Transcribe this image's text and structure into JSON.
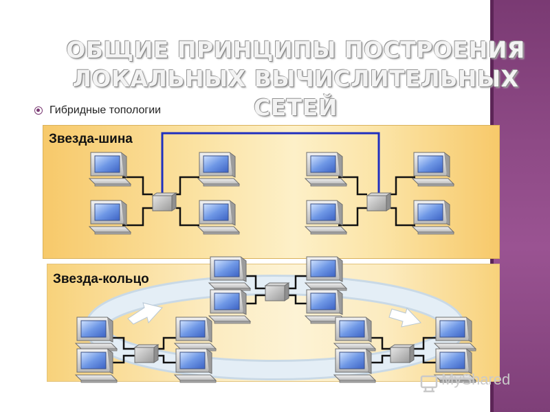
{
  "slide": {
    "title_line1": "ОБЩИЕ ПРИНЦИПЫ ПОСТРОЕНИЯ",
    "title_line2": "ЛОКАЛЬНЫХ ВЫЧИСЛИТЕЛЬНЫХ СЕТЕЙ",
    "bullet": "Гибридные топологии"
  },
  "diagrams": [
    {
      "label": "Звезда-шина",
      "bus_color": "#1f2fbf"
    },
    {
      "label": "Звезда-кольцо"
    }
  ],
  "watermark": {
    "text": "MyShared"
  },
  "colors": {
    "accent": "#7a3a73",
    "panel": "#f7c96a",
    "ring": "#dbe8f2"
  }
}
